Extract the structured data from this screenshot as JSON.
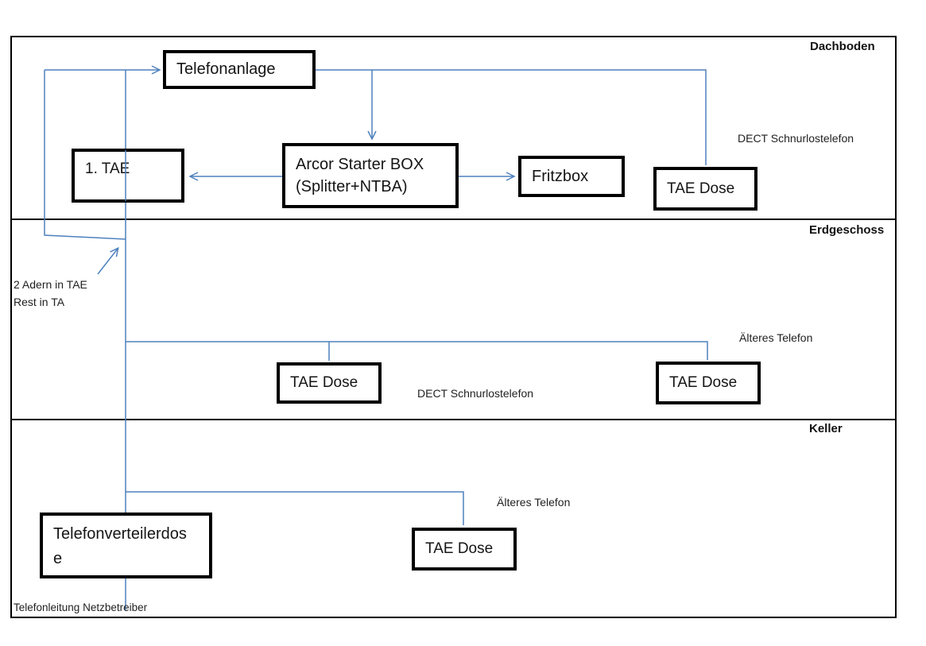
{
  "sections": {
    "dachboden": "Dachboden",
    "erdgeschoss": "Erdgeschoss",
    "keller": "Keller"
  },
  "nodes": {
    "telefonanlage": "Telefonanlage",
    "erste_tae": "1. TAE",
    "arcor_line1": "Arcor Starter BOX",
    "arcor_line2": "(Splitter+NTBA)",
    "fritzbox": "Fritzbox",
    "tae_dose_dachboden": "TAE Dose",
    "tae_dose_erdgeschoss_links": "TAE Dose",
    "tae_dose_erdgeschoss_rechts": "TAE Dose",
    "tae_dose_keller": "TAE Dose",
    "telefonverteilerdose": "Telefonverteilerdose"
  },
  "annotations": {
    "dect_dachboden": "DECT Schnurlostelefon",
    "zwei_adern": "2 Adern in TAE",
    "rest_in_ta": "Rest in TA",
    "aelteres_telefon_erdgeschoss": "Älteres Telefon",
    "dect_erdgeschoss": "DECT Schnurlostelefon",
    "aelteres_telefon_keller": "Älteres Telefon",
    "telefonleitung": "Telefonleitung Netzbetreiber"
  },
  "colors": {
    "connector_blue": "#4f81bd",
    "box_border": "#000000"
  }
}
